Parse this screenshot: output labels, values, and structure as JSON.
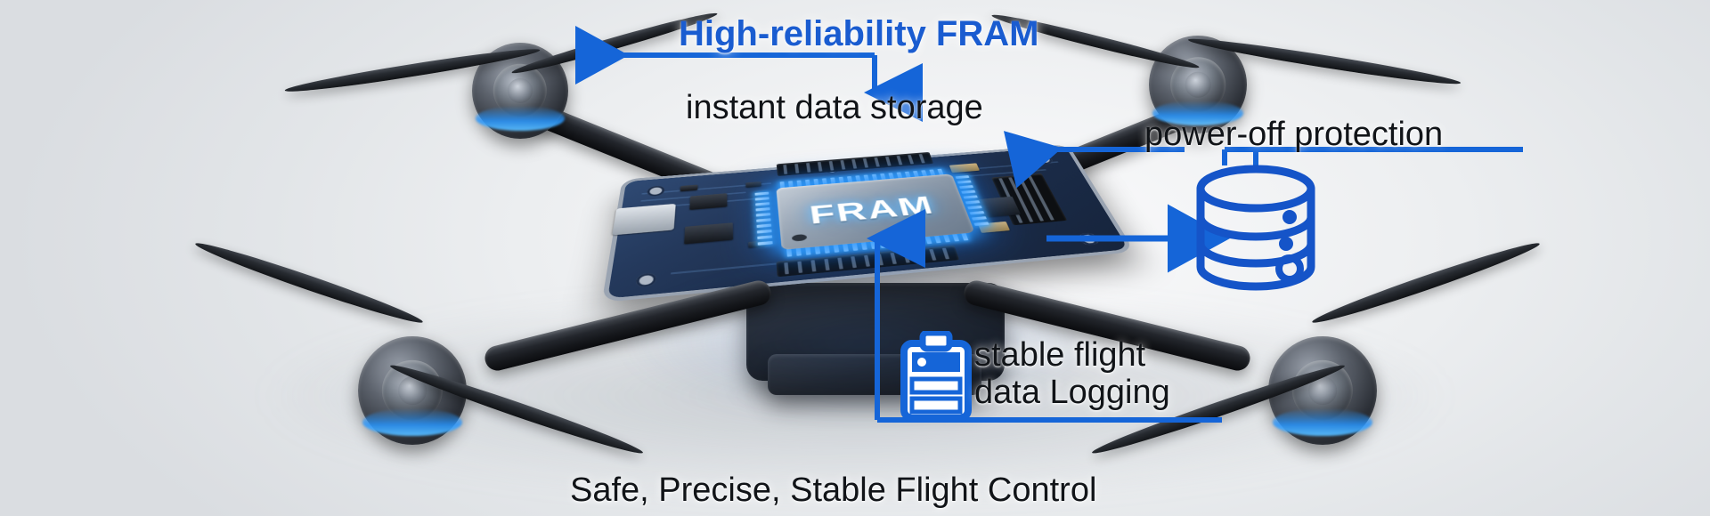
{
  "meta": {
    "accent_blue": "#1a5cd0",
    "arrow_blue": "#1565d8",
    "text_black": "#111418",
    "background": "#eceef0"
  },
  "labels": {
    "title": "High-reliability FRAM",
    "instant_storage": "instant data storage",
    "power_off": "power-off protection",
    "stable_flight_line1": "stable flight",
    "stable_flight_line2": "data Logging",
    "caption": "Safe, Precise, Stable Flight Control",
    "chip": "FRAM"
  },
  "icons": {
    "database": "database-cylinder-icon",
    "log": "log-clipboard-icon",
    "arrow_left": "arrow-left-icon",
    "arrow_down": "arrow-down-icon",
    "arrow_right": "arrow-right-icon"
  },
  "subject": {
    "device": "quadcopter-drone",
    "rotor_count": 4,
    "board": "flight-controller-pcb"
  }
}
